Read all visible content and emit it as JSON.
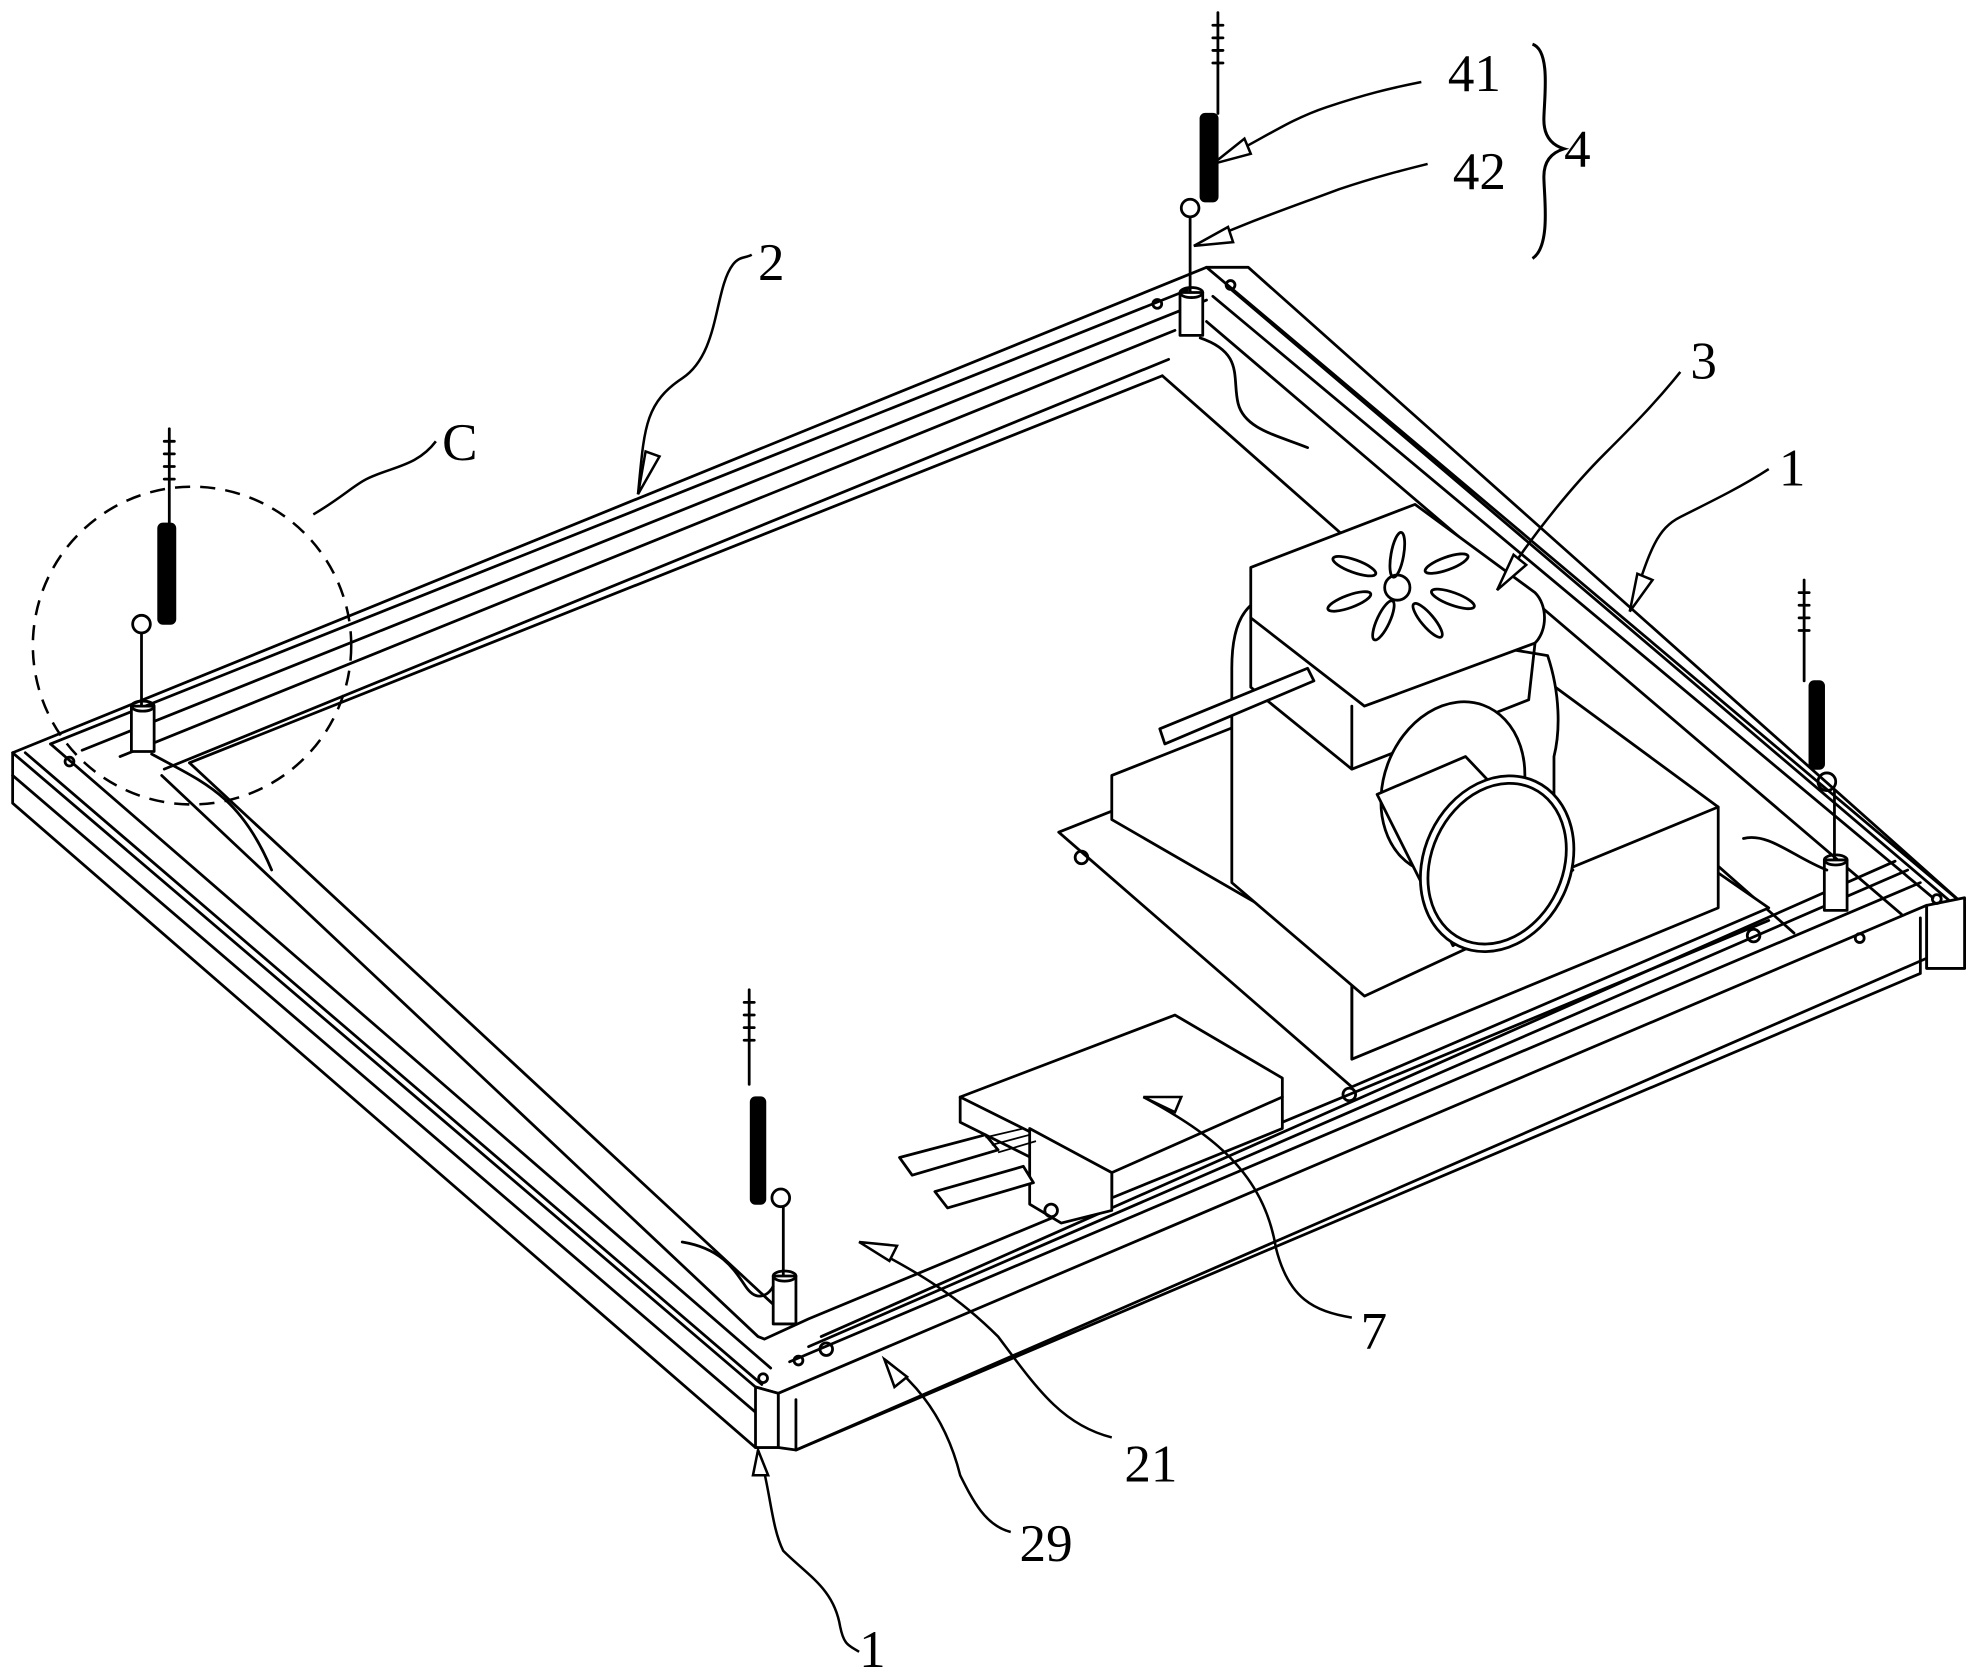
{
  "figure": {
    "type": "patent-perspective-drawing",
    "subject": "ceiling frame assembly with blower unit and hangers",
    "line_color": "#000000",
    "background": "#ffffff"
  },
  "labels": {
    "c": "C",
    "frame_top": "2",
    "blower": "3",
    "frame_right": "1",
    "frame_bottom": "1",
    "hanger_41": "41",
    "hanger_42": "42",
    "hanger_group": "4",
    "driver_box": "7",
    "panel": "21",
    "edge_strip": "29"
  },
  "parts": [
    {
      "ref": "1",
      "name": "side frame rail"
    },
    {
      "ref": "2",
      "name": "frame rail"
    },
    {
      "ref": "21",
      "name": "panel"
    },
    {
      "ref": "29",
      "name": "edge strip"
    },
    {
      "ref": "3",
      "name": "blower unit"
    },
    {
      "ref": "4",
      "name": "hanger assembly",
      "children": [
        "41",
        "42"
      ]
    },
    {
      "ref": "41",
      "name": "spring hanger"
    },
    {
      "ref": "42",
      "name": "hanger wire"
    },
    {
      "ref": "7",
      "name": "driver box"
    },
    {
      "ref": "C",
      "name": "detail circle"
    }
  ]
}
